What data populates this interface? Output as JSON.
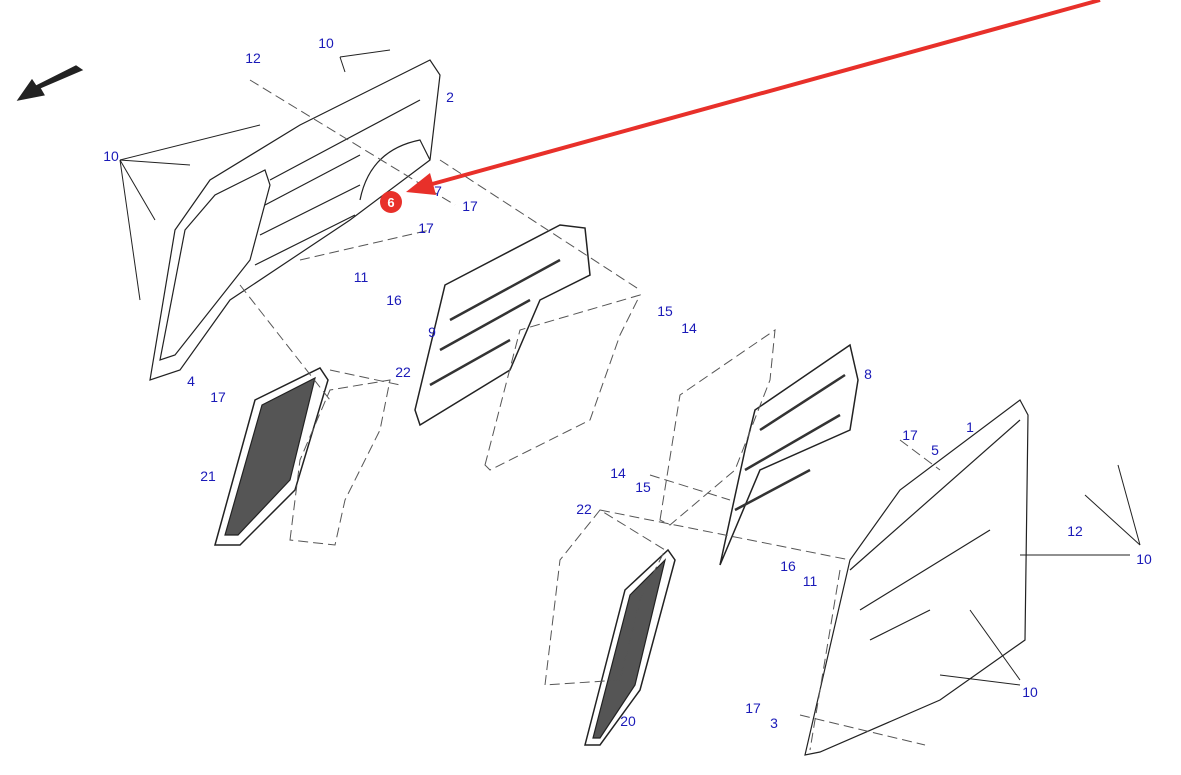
{
  "callout": {
    "number": "6",
    "color": "#e8302a"
  },
  "label_color": "#1a1ab8",
  "labels": [
    "12",
    "10",
    "2",
    "10",
    "7",
    "17",
    "17",
    "11",
    "16",
    "15",
    "14",
    "9",
    "22",
    "4",
    "17",
    "8",
    "17",
    "5",
    "1",
    "21",
    "14",
    "15",
    "22",
    "12",
    "10",
    "16",
    "11",
    "10",
    "17",
    "3",
    "20"
  ]
}
